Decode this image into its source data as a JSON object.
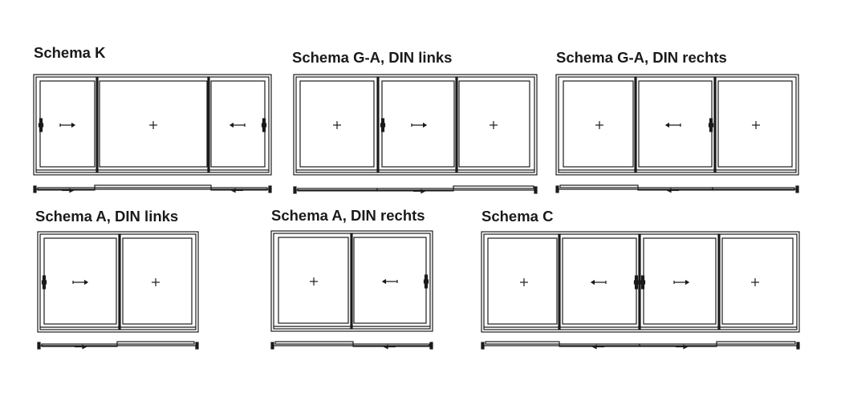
{
  "diagram": {
    "colors": {
      "stroke": "#1a1a1a",
      "background": "#ffffff"
    },
    "schemas": [
      {
        "id": "k",
        "title": "Schema K",
        "panels": [
          "left-handle",
          "fixed",
          "right-handle"
        ]
      },
      {
        "id": "ga-l",
        "title": "Schema G-A, DIN links",
        "panels": [
          "fixed",
          "right",
          "fixed"
        ]
      },
      {
        "id": "ga-r",
        "title": "Schema G-A, DIN rechts",
        "panels": [
          "fixed",
          "left",
          "fixed"
        ]
      },
      {
        "id": "a-l",
        "title": "Schema A, DIN links",
        "panels": [
          "right",
          "fixed"
        ]
      },
      {
        "id": "a-r",
        "title": "Schema A, DIN rechts",
        "panels": [
          "fixed",
          "left"
        ]
      },
      {
        "id": "c",
        "title": "Schema C",
        "panels": [
          "fixed",
          "left",
          "right",
          "fixed"
        ]
      }
    ]
  }
}
